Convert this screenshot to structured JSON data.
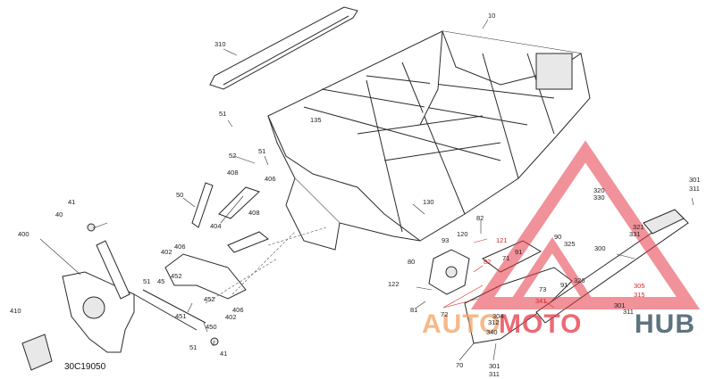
{
  "diagram": {
    "reference_code": "30C19050",
    "labels": {
      "l10": "10",
      "l310": "310",
      "l135": "135",
      "l51a": "51",
      "l52": "52",
      "l51b": "51",
      "l408a": "408",
      "l406a": "406",
      "l408b": "408",
      "l404": "404",
      "l50": "50",
      "l41a": "41",
      "l40": "40",
      "l400": "400",
      "l410": "410",
      "l406b": "406",
      "l402a": "402",
      "l45": "45",
      "l51c": "51",
      "l452a": "452",
      "l451": "451",
      "l450": "450",
      "l452b": "452",
      "l402b": "402",
      "l406c": "406",
      "l51d": "51",
      "l41b": "41",
      "l130": "130",
      "l82a": "82",
      "l120": "120",
      "l93": "93",
      "l121": "121",
      "l90": "90",
      "l325": "325",
      "l91a": "91",
      "l80": "80",
      "l122": "122",
      "l81": "81",
      "l72": "72",
      "l71": "71",
      "l82b": "82",
      "l70": "70",
      "l73": "73",
      "l91b": "91",
      "l326": "326",
      "l300": "300",
      "l320": "320",
      "l330": "330",
      "l321": "321",
      "l331": "331",
      "l301a": "301",
      "l311a": "311",
      "l305": "305",
      "l315": "315",
      "l341": "341",
      "l301b": "301",
      "l311b": "311",
      "l340": "340",
      "l304": "304",
      "l312": "312",
      "l301c": "301",
      "l311c": "311"
    }
  },
  "watermark": {
    "text_auto": "AUTO",
    "text_moto": "MOTO",
    "text_hub": "HUB",
    "colors": {
      "triangle": "#e63946",
      "auto": "#f4a261",
      "moto": "#e63946",
      "hub": "#264653"
    }
  }
}
